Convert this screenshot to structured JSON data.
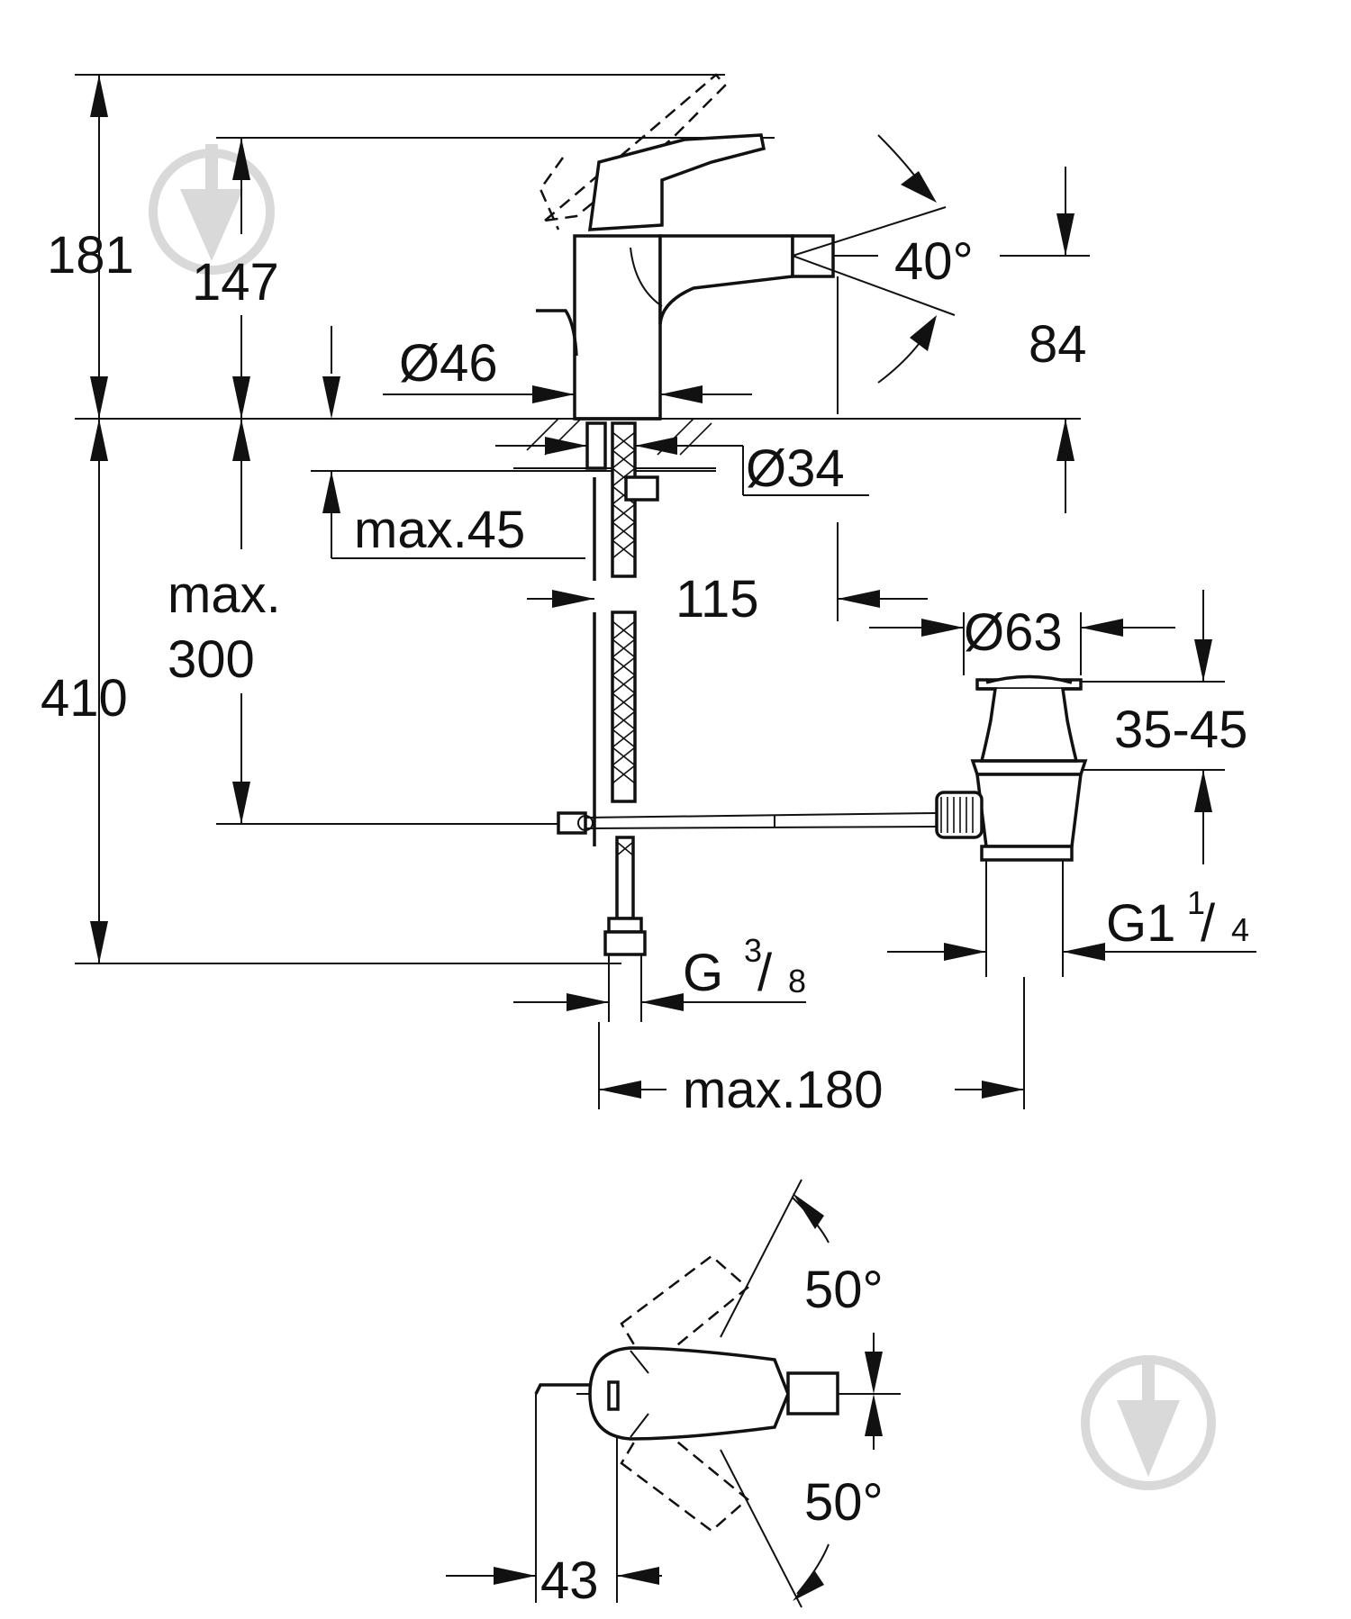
{
  "dimensions": {
    "overall_height": "181",
    "lever_height": "147",
    "spout_angle": "40°",
    "outlet_height": "84",
    "base_diameter": "Ø46",
    "hole_diameter": "Ø34",
    "max_thickness": "max.45",
    "supply_len_1": "max.",
    "supply_len_2": "300",
    "spout_reach": "115",
    "waste_diameter": "Ø63",
    "waste_range": "35-45",
    "below_height": "410",
    "waste_thread_main": "G1",
    "waste_thread_num": "1",
    "waste_thread_sep": "/",
    "waste_thread_den": "4",
    "supply_thread_main": "G",
    "supply_thread_num": "3",
    "supply_thread_sep": "/",
    "supply_thread_den": "8",
    "max_distance": "max.180",
    "swivel_angle_top": "50°",
    "swivel_angle_bottom": "50°",
    "lever_offset": "43"
  },
  "colors": {
    "line": "#111111",
    "watermark": "#d9d9d9"
  },
  "icons": [
    "drop-watermark-icon"
  ]
}
